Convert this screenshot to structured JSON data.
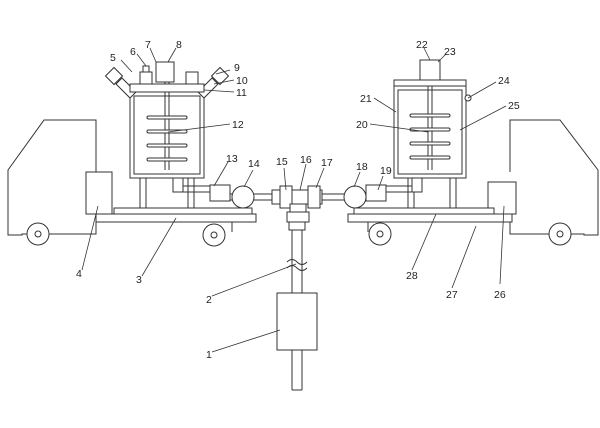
{
  "diagram": {
    "labels": [
      {
        "id": "n1",
        "text": "1"
      },
      {
        "id": "n2",
        "text": "2"
      },
      {
        "id": "n3",
        "text": "3"
      },
      {
        "id": "n4",
        "text": "4"
      },
      {
        "id": "n5",
        "text": "5"
      },
      {
        "id": "n6",
        "text": "6"
      },
      {
        "id": "n7",
        "text": "7"
      },
      {
        "id": "n8",
        "text": "8"
      },
      {
        "id": "n9",
        "text": "9"
      },
      {
        "id": "n10",
        "text": "10"
      },
      {
        "id": "n11",
        "text": "11"
      },
      {
        "id": "n12",
        "text": "12"
      },
      {
        "id": "n13",
        "text": "13"
      },
      {
        "id": "n14",
        "text": "14"
      },
      {
        "id": "n15",
        "text": "15"
      },
      {
        "id": "n16",
        "text": "16"
      },
      {
        "id": "n17",
        "text": "17"
      },
      {
        "id": "n18",
        "text": "18"
      },
      {
        "id": "n19",
        "text": "19"
      },
      {
        "id": "n20",
        "text": "20"
      },
      {
        "id": "n21",
        "text": "21"
      },
      {
        "id": "n22",
        "text": "22"
      },
      {
        "id": "n23",
        "text": "23"
      },
      {
        "id": "n24",
        "text": "24"
      },
      {
        "id": "n25",
        "text": "25"
      },
      {
        "id": "n26",
        "text": "26"
      },
      {
        "id": "n27",
        "text": "27"
      },
      {
        "id": "n28",
        "text": "28"
      }
    ]
  }
}
